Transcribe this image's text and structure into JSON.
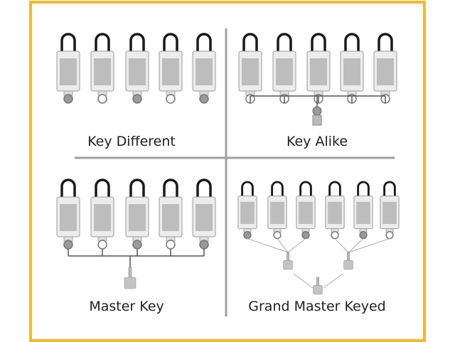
{
  "title_labels": {
    "key_different": "Key Different",
    "key_alike": "Key Alike",
    "master_key": "Master Key",
    "grand_master_keyed": "Grand Master Keyed"
  },
  "colors": {
    "frame": "#f4b731",
    "divider": "#a0a0a0",
    "shackle": "#1a1a1a",
    "body": "#ececec",
    "label_panel": "#bdbdbd",
    "line": "#555555"
  },
  "quadrants": [
    {
      "name": "key_different",
      "lock_count": 5
    },
    {
      "name": "key_alike",
      "lock_count": 5
    },
    {
      "name": "master_key",
      "lock_count": 5
    },
    {
      "name": "grand_master_keyed",
      "lock_count": 6
    }
  ]
}
